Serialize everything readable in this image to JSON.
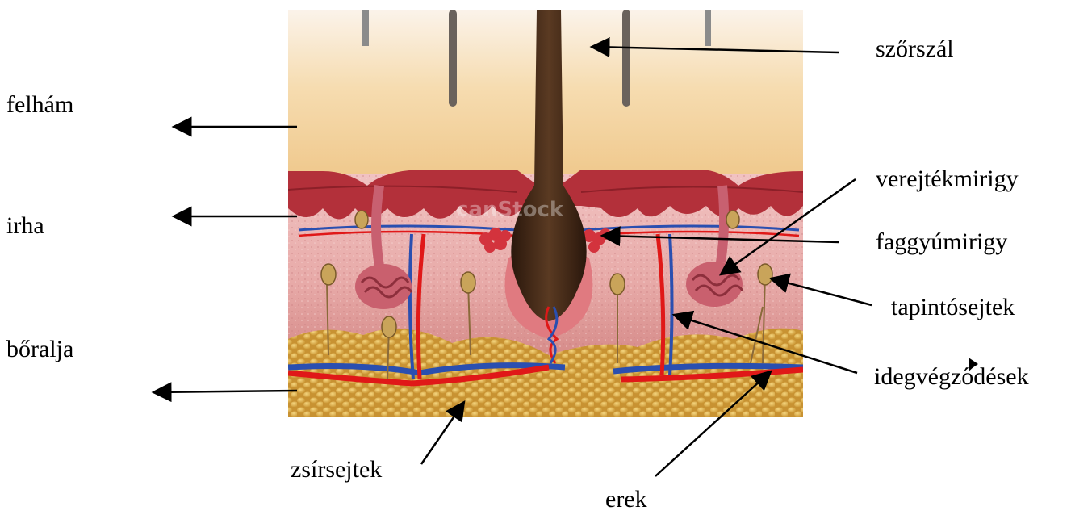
{
  "labels": {
    "hair": "szőrszál",
    "epidermis": "felhám",
    "dermis": "irha",
    "sweat_gland": "verejtékmirigy",
    "sebaceous_gland": "faggyúmirigy",
    "touch_cells": "tapintósejtek",
    "subcutis": "bőralja",
    "nerve_endings": "idegvégződések",
    "fat_cells": "zsírsejtek",
    "vessels": "erek"
  },
  "watermark": "canStock",
  "colors": {
    "epidermis": "#f6d7a6",
    "dermis_upper": "#b8323a",
    "dermis": "#e6a0a6",
    "fat": "#d9a845",
    "artery": "#e01818",
    "vein": "#2a4fb0",
    "hair": "#3a2416"
  }
}
